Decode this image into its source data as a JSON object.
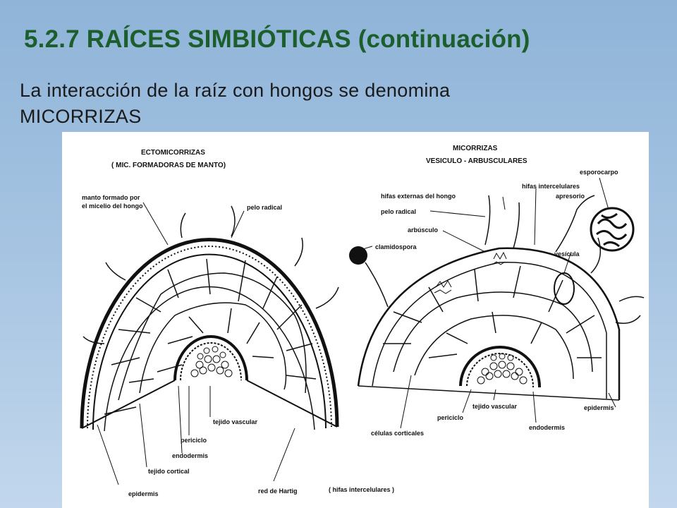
{
  "slide": {
    "title": "5.2.7 RAÍCES SIMBIÓTICAS (continuación)",
    "body_line1": "La interacción de la raíz con hongos se denomina",
    "body_line2": "MICORRIZAS"
  },
  "figure": {
    "left": {
      "heading1": "ECTOMICORRIZAS",
      "heading2": "( MIC. FORMADORAS DE MANTO)",
      "labels": {
        "manto1": "manto formado por",
        "manto2": "el micelio del hongo",
        "pelo": "pelo radical",
        "tejido_vascular": "tejido vascular",
        "periciclo": "periciclo",
        "endodermis": "endodermis",
        "tejido_cortical": "tejido cortical",
        "epidermis": "epidermis",
        "red_hartig": "red de Hartig",
        "hifas_inter": "( hifas intercelulares )"
      }
    },
    "right": {
      "heading1": "MICORRIZAS",
      "heading2": "VESICULO - ARBUSCULARES",
      "labels": {
        "esporocarpo": "esporocarpo",
        "hifas_inter": "hifas intercelulares",
        "hifas_ext": "hifas externas del hongo",
        "apresorio": "apresorio",
        "pelo": "pelo radical",
        "arbusculo": "arbúsculo",
        "clamidospora": "clamidospora",
        "vesicula": "vesícula",
        "epidermis": "epidermis",
        "periciclo": "periciclo",
        "tejido_vascular": "tejido vascular",
        "endodermis": "endodermis",
        "celulas_corticales": "células corticales"
      }
    }
  }
}
